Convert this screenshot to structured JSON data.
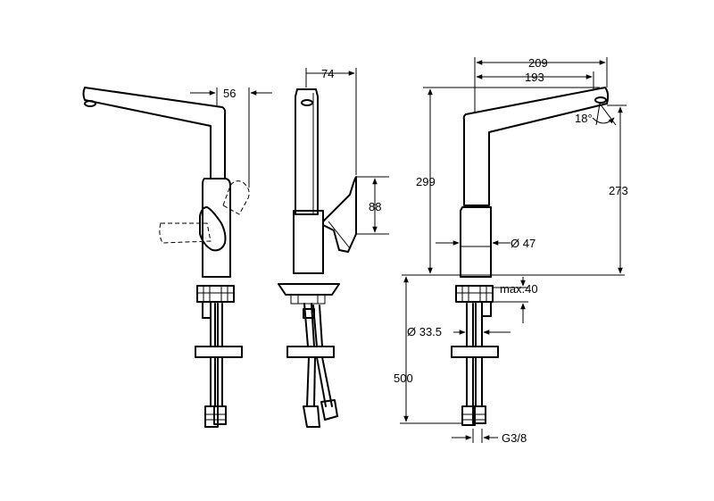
{
  "dimensions": {
    "d56": "56",
    "d74": "74",
    "d88": "88",
    "d209": "209",
    "d193": "193",
    "d18": "18°",
    "d299": "299",
    "d273": "273",
    "d47": "Ø 47",
    "max40": "max.40",
    "d33_5": "Ø 33.5",
    "d500": "500",
    "g38": "G3/8"
  },
  "colors": {
    "line": "#000000",
    "background": "#ffffff"
  }
}
